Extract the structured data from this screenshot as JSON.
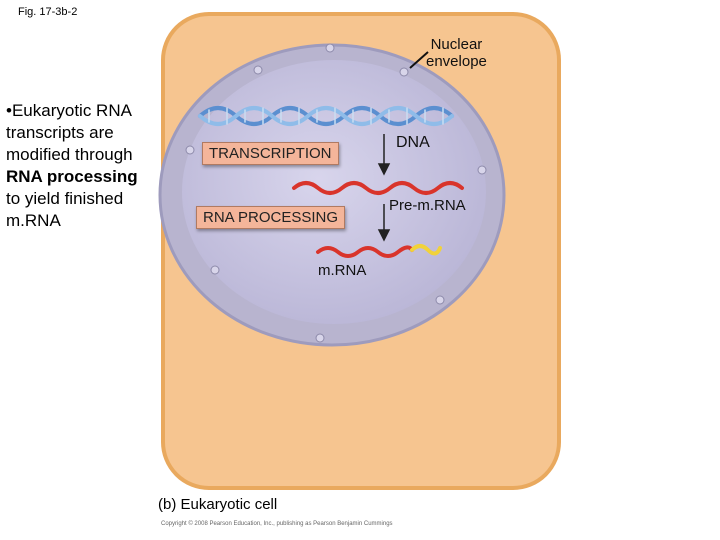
{
  "figure_label": "Fig. 17-3b-2",
  "bullet_text": {
    "prefix": "•Eukaryotic RNA transcripts are modified through ",
    "bold": "RNA processing",
    "suffix": " to yield finished m.RNA"
  },
  "labels": {
    "nuclear_envelope_line1": "Nuclear",
    "nuclear_envelope_line2": "envelope",
    "dna": "DNA",
    "pre_mrna": "Pre-m.RNA",
    "mrna": "m.RNA"
  },
  "steps": {
    "transcription": "TRANSCRIPTION",
    "rna_processing": "RNA PROCESSING"
  },
  "caption": "(b) Eukaryotic cell",
  "copyright": "Copyright © 2008 Pearson Education, Inc., publishing as Pearson Benjamin Cummings",
  "colors": {
    "cytoplasm": "#f6c590",
    "cell_outline": "#e9a95e",
    "nucleus": "#c6c2de",
    "nuclear_envelope": "#a8a6c2",
    "dna_strand": "#6f9fd8",
    "rna": "#d9342b",
    "cap_tail": "#f1d23a",
    "step_box": "#f4b59a"
  }
}
